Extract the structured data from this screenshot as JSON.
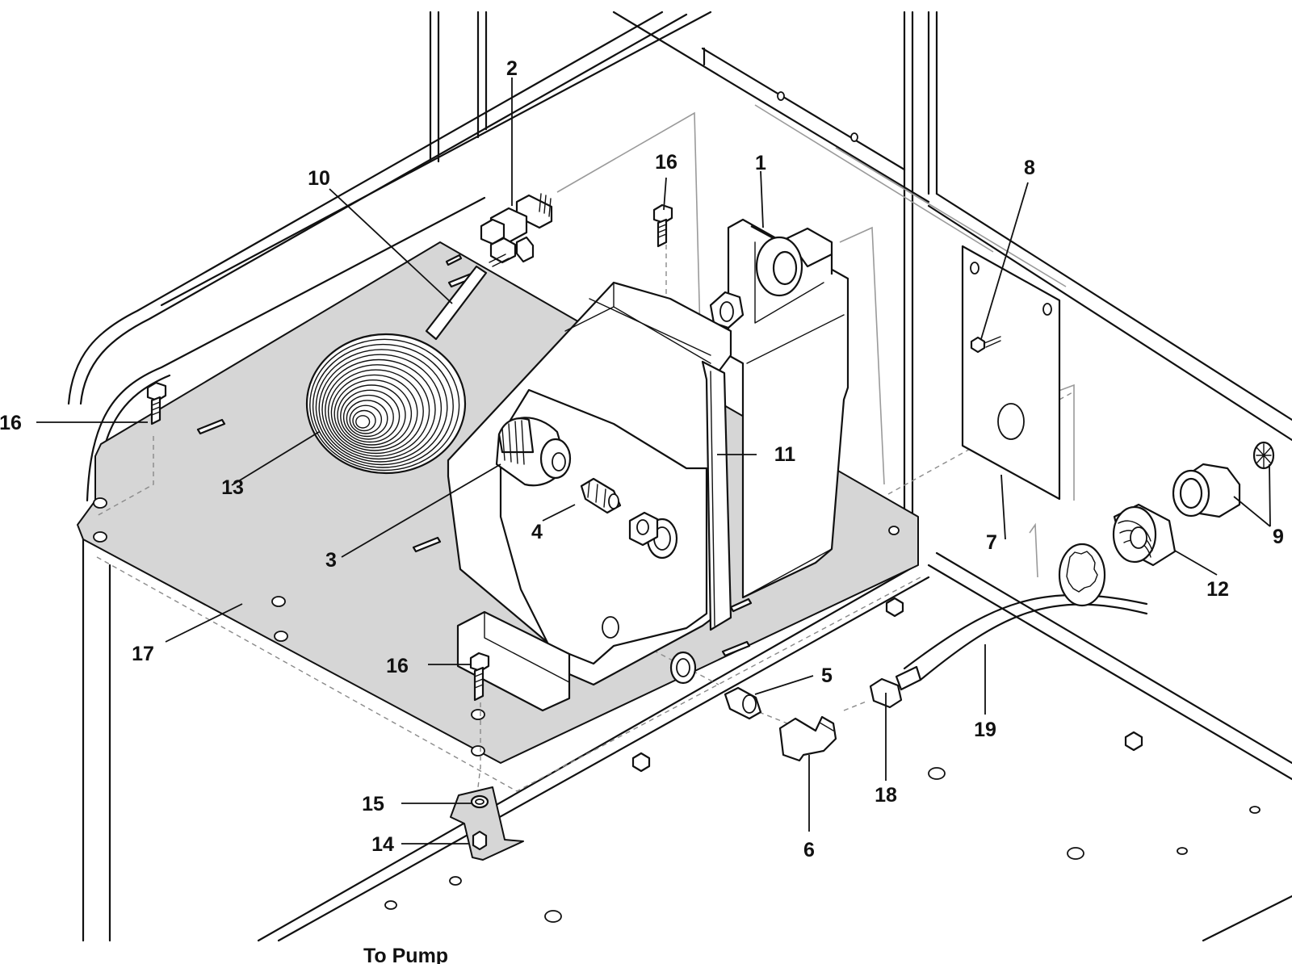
{
  "callouts": [
    {
      "id": "c1",
      "text": "1"
    },
    {
      "id": "c2",
      "text": "2"
    },
    {
      "id": "c3",
      "text": "3"
    },
    {
      "id": "c4",
      "text": "4"
    },
    {
      "id": "c5",
      "text": "5"
    },
    {
      "id": "c6",
      "text": "6"
    },
    {
      "id": "c7",
      "text": "7"
    },
    {
      "id": "c8",
      "text": "8"
    },
    {
      "id": "c9",
      "text": "9"
    },
    {
      "id": "c10",
      "text": "10"
    },
    {
      "id": "c11",
      "text": "11"
    },
    {
      "id": "c12",
      "text": "12"
    },
    {
      "id": "c13",
      "text": "13"
    },
    {
      "id": "c14",
      "text": "14"
    },
    {
      "id": "c15",
      "text": "15"
    },
    {
      "id": "c16a",
      "text": "16"
    },
    {
      "id": "c16b",
      "text": "16"
    },
    {
      "id": "c16c",
      "text": "16"
    },
    {
      "id": "c17",
      "text": "17"
    },
    {
      "id": "c18",
      "text": "18"
    },
    {
      "id": "c19",
      "text": "19"
    }
  ],
  "caption": "To Pump"
}
